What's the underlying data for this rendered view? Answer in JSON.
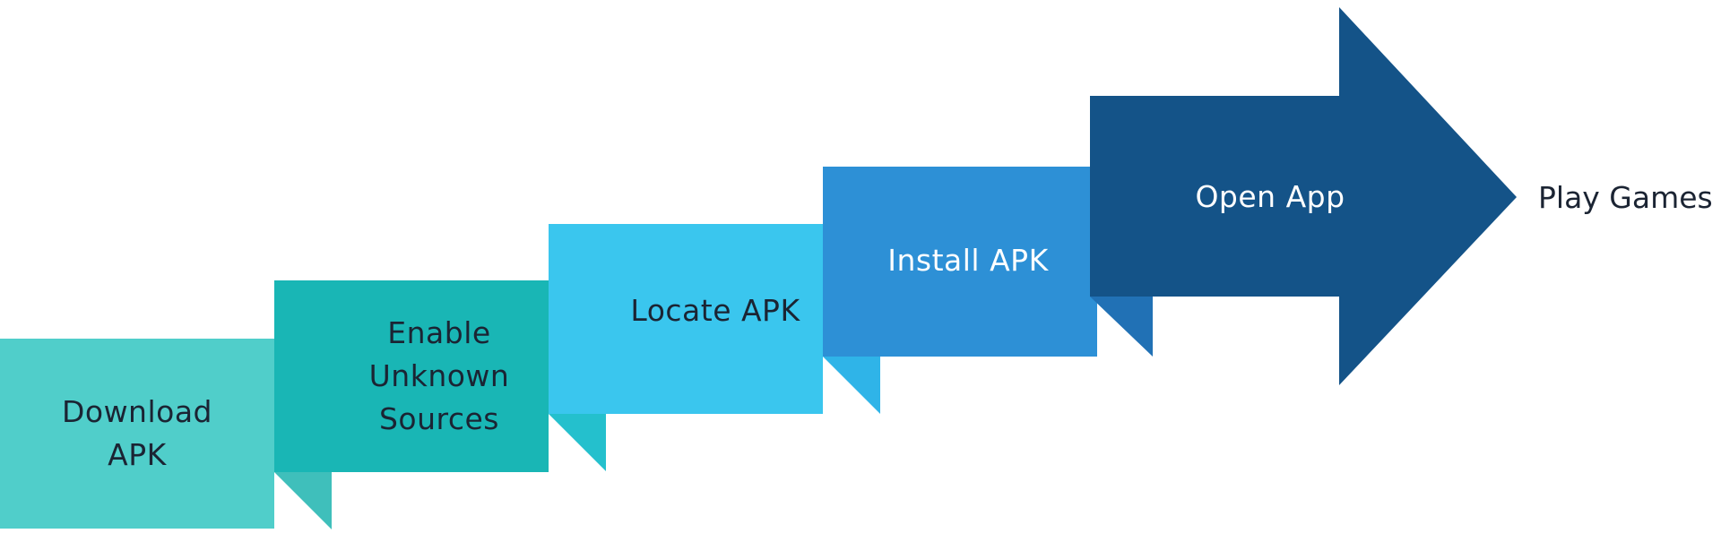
{
  "steps": [
    {
      "label": "Download\nAPK",
      "color": "#50CECA",
      "fold_color": "#3FBFBB"
    },
    {
      "label": "Enable\nUnknown\nSources",
      "color": "#19B6B5",
      "fold_color": "#24C0CD"
    },
    {
      "label": "Locate APK",
      "color": "#3AC6EE",
      "fold_color": "#2FB4E8"
    },
    {
      "label": "Install APK",
      "color": "#2D90D6",
      "fold_color": "#2171B5"
    },
    {
      "label": "Open App",
      "color": "#145388"
    }
  ],
  "final_step": {
    "label": "Play Games"
  }
}
